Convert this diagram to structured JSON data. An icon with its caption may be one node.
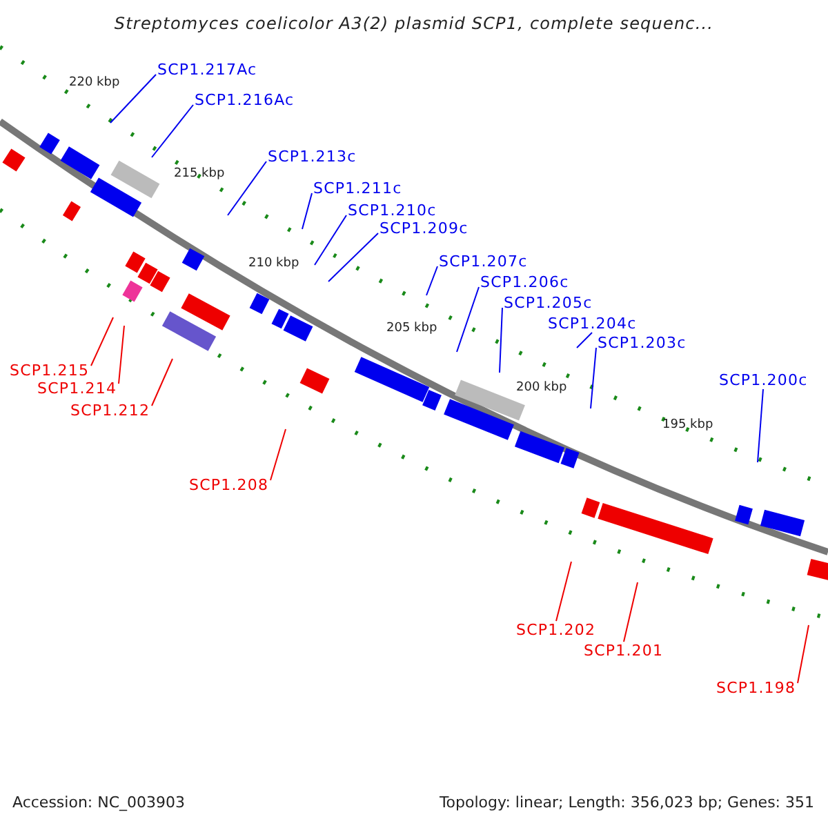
{
  "diagram": {
    "title": "Streptomyces coelicolor A3(2) plasmid SCP1, complete sequenc...",
    "nodes": [
      {
        "text": [
          "SCP1.217Ac"
        ]
      },
      {
        "text": [
          "SCP1.216Ac"
        ]
      },
      {
        "text": [
          "SCP1.213c"
        ]
      },
      {
        "text": [
          "SCP1.211c"
        ]
      },
      {
        "text": [
          "SCP1.210c"
        ]
      },
      {
        "text": [
          "SCP1.209c"
        ]
      },
      {
        "text": [
          "SCP1.207c"
        ]
      },
      {
        "text": [
          "SCP1.206c"
        ]
      },
      {
        "text": [
          "SCP1.205c"
        ]
      },
      {
        "text": [
          "SCP1.204c"
        ]
      },
      {
        "text": [
          "SCP1.203c"
        ]
      },
      {
        "text": [
          "SCP1.200c"
        ]
      },
      {
        "text": [
          "SCP1.215"
        ]
      },
      {
        "text": [
          "SCP1.214"
        ]
      },
      {
        "text": [
          "SCP1.212"
        ]
      },
      {
        "text": [
          "SCP1.208"
        ]
      },
      {
        "text": [
          "SCP1.202"
        ]
      },
      {
        "text": [
          "SCP1.201"
        ]
      },
      {
        "text": [
          "SCP1.198"
        ]
      }
    ],
    "edges": [
      {
        "from": 0,
        "to": null,
        "arrow": "none"
      },
      {
        "from": 1,
        "to": null,
        "arrow": "none"
      },
      {
        "from": 2,
        "to": null,
        "arrow": "none"
      },
      {
        "from": 3,
        "to": null,
        "arrow": "none"
      },
      {
        "from": 4,
        "to": null,
        "arrow": "none"
      },
      {
        "from": 5,
        "to": null,
        "arrow": "none"
      },
      {
        "from": 6,
        "to": null,
        "arrow": "none"
      },
      {
        "from": 7,
        "to": null,
        "arrow": "none"
      },
      {
        "from": 8,
        "to": null,
        "arrow": "none"
      },
      {
        "from": 9,
        "to": null,
        "arrow": "none"
      },
      {
        "from": 10,
        "to": null,
        "arrow": "none"
      },
      {
        "from": 11,
        "to": null,
        "arrow": "none"
      },
      {
        "from": 12,
        "to": null,
        "arrow": "none",
        "color": "#ee0000"
      },
      {
        "from": 13,
        "to": null,
        "arrow": "none",
        "color": "#ee0000"
      },
      {
        "from": 14,
        "to": null,
        "arrow": "none",
        "color": "#ee0000"
      },
      {
        "from": 15,
        "to": null,
        "arrow": "none",
        "color": "#ee0000"
      },
      {
        "from": 16,
        "to": null,
        "arrow": "none",
        "color": "#ee0000"
      },
      {
        "from": 17,
        "to": null,
        "arrow": "none",
        "color": "#ee0000"
      },
      {
        "from": 18,
        "to": null,
        "arrow": "none",
        "color": "#ee0000"
      }
    ],
    "labels": [
      "220 kbp",
      "215 kbp",
      "210 kbp",
      "205 kbp",
      "200 kbp",
      "195 kbp",
      "Accession: NC_003903",
      "Topology: linear; Length: 356,023 bp; Genes: 351"
    ]
  }
}
